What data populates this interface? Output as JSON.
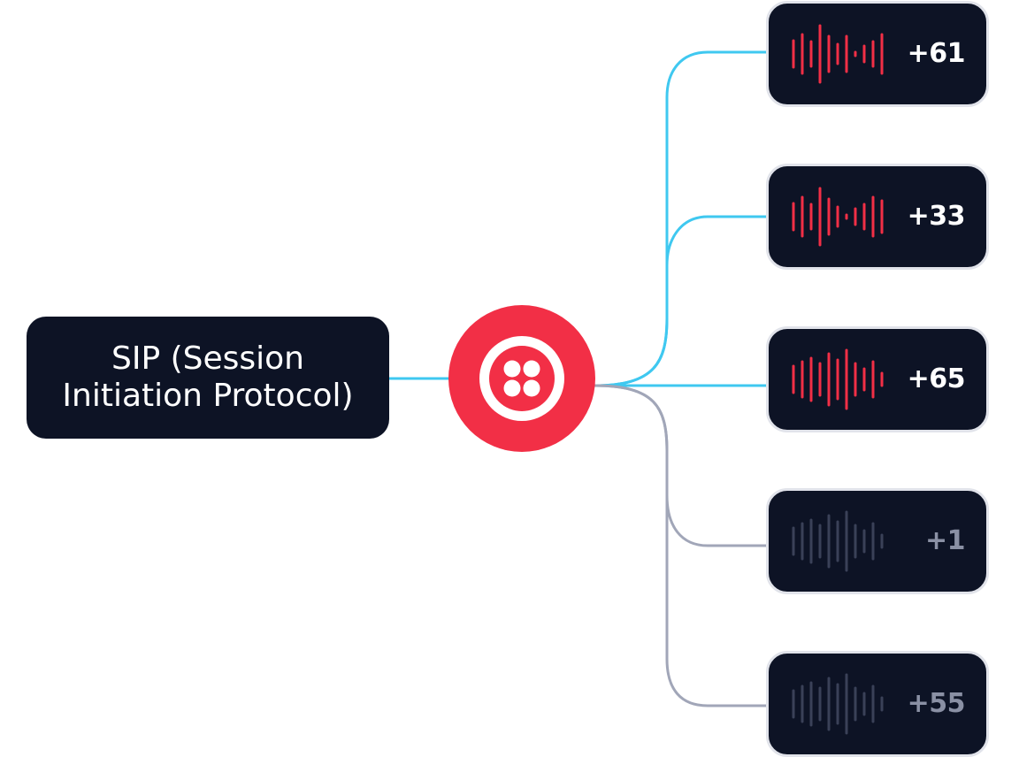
{
  "source": {
    "line1": "SIP (Session",
    "line2": "Initiation Protocol)"
  },
  "hub": {
    "icon": "twilio-logo-icon"
  },
  "colors": {
    "active_line": "#3fc8f0",
    "inactive_line": "#a1a6b8",
    "brand_red": "#f22f46",
    "card_bg": "#0d1325",
    "card_border": "#e1e3ea",
    "inactive_wave": "#3a4158",
    "inactive_text": "#8a90a4"
  },
  "calls": [
    {
      "label": "+61",
      "active": true,
      "icon": "audio-waveform-icon"
    },
    {
      "label": "+33",
      "active": true,
      "icon": "audio-waveform-icon"
    },
    {
      "label": "+65",
      "active": true,
      "icon": "audio-waveform-icon"
    },
    {
      "label": "+1",
      "active": false,
      "icon": "audio-waveform-icon"
    },
    {
      "label": "+55",
      "active": false,
      "icon": "audio-waveform-icon"
    }
  ]
}
